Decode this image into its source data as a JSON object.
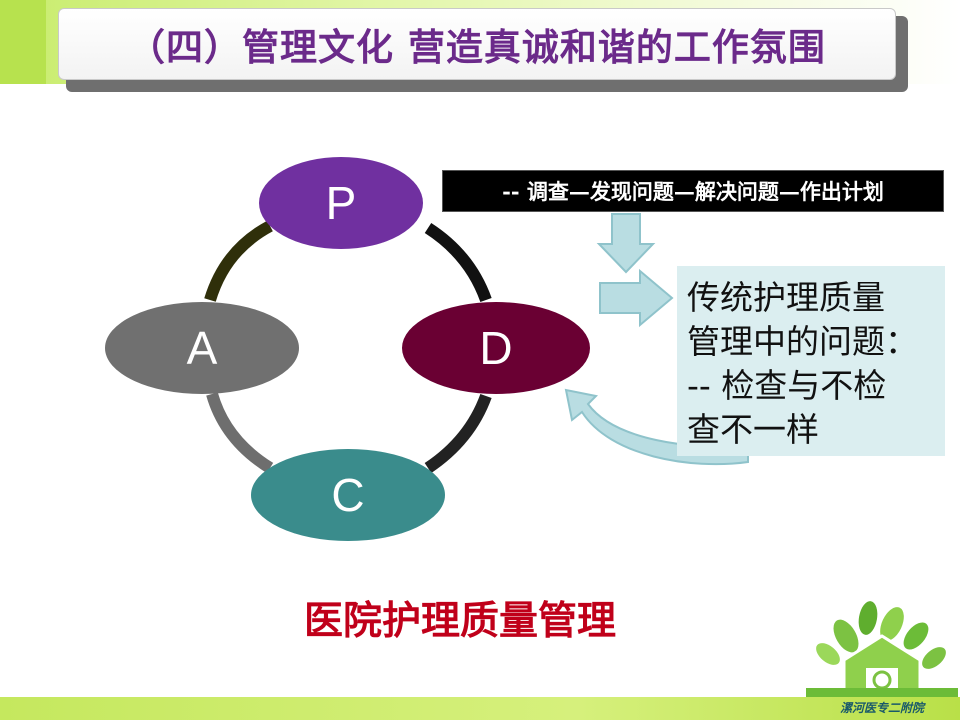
{
  "slide": {
    "title": "（四）管理文化 营造真诚和谐的工作氛围",
    "cycle": {
      "p_label": "P",
      "d_label": "D",
      "c_label": "C",
      "a_label": "A",
      "colors": {
        "p": "#7030a0",
        "d": "#6a0033",
        "c": "#3a8c8c",
        "a": "#707070"
      }
    },
    "plan_description": "-- 调查—发现问题—解决问题—作出计划",
    "problem_box": {
      "lines": [
        "传统护理质量",
        "管理中的问题：",
        "-- 检查与不检",
        "查不一样"
      ]
    },
    "footer_label": "医院护理质量管理",
    "org_label": "漯河医专二附院"
  }
}
